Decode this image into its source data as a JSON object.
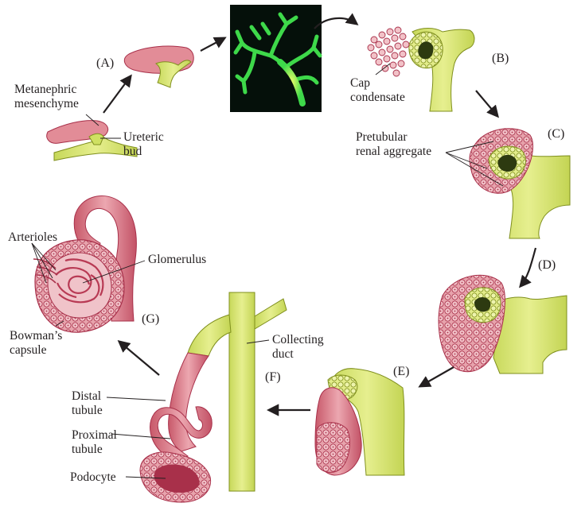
{
  "stages": {
    "a": "(A)",
    "b": "(B)",
    "c": "(C)",
    "d": "(D)",
    "e": "(E)",
    "f": "(F)",
    "g": "(G)"
  },
  "labels": {
    "metanephric_mesenchyme": "Metanephric\nmesenchyme",
    "ureteric_bud": "Ureteric\nbud",
    "cap_condensate": "Cap\ncondensate",
    "pretubular_renal_aggregate": "Pretubular\nrenal aggregate",
    "arterioles": "Arterioles",
    "glomerulus": "Glomerulus",
    "bowmans_capsule": "Bowman’s\ncapsule",
    "collecting_duct": "Collecting\nduct",
    "distal_tubule": "Distal\ntubule",
    "proximal_tubule": "Proximal\ntubule",
    "podocyte": "Podocyte"
  },
  "colors": {
    "mesenchyme_pink": "#d9737f",
    "mesenchyme_dark": "#a8304a",
    "bud_yellow": "#d6e46a",
    "bud_dark": "#7f8f1d",
    "fluorescence_green": "#39d94a",
    "micrograph_bg": "#05100a"
  }
}
